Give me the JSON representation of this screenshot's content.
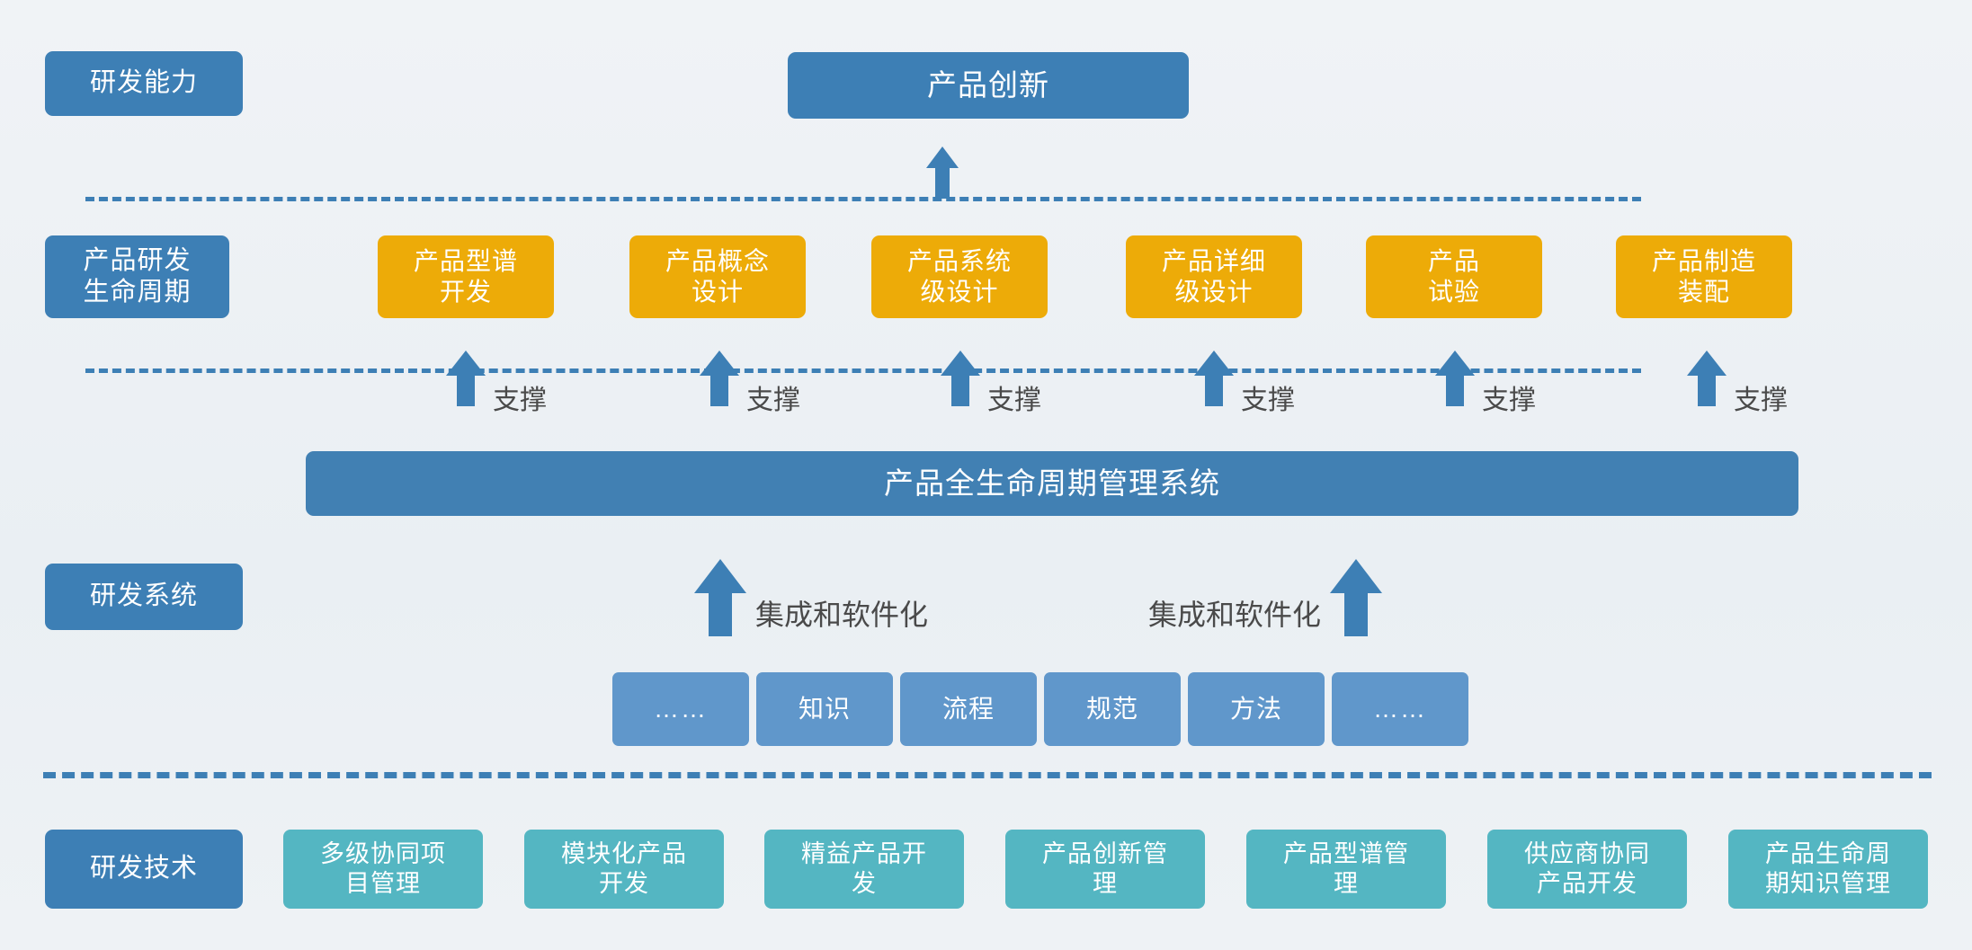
{
  "diagram": {
    "title_box": {
      "label": "产品创新"
    },
    "category_labels": [
      {
        "id": "rd-capability",
        "label": "研发能力"
      },
      {
        "id": "product-rd-lifecycle",
        "label": "产品研发\n生命周期"
      },
      {
        "id": "rd-system",
        "label": "研发系统"
      },
      {
        "id": "rd-technology",
        "label": "研发技术"
      }
    ],
    "lifecycle_stages": [
      {
        "label": "产品型谱\n开发"
      },
      {
        "label": "产品概念\n设计"
      },
      {
        "label": "产品系统\n级设计"
      },
      {
        "label": "产品详细\n级设计"
      },
      {
        "label": "产品\n试验"
      },
      {
        "label": "产品制造\n装配"
      }
    ],
    "support_arrow_label": "支撑",
    "support_arrow_labels": [
      "支撑",
      "支撑",
      "支撑",
      "支撑",
      "支撑",
      "支撑"
    ],
    "plm_bar": {
      "label": "产品全生命周期管理系统"
    },
    "integration_labels": [
      "集成和软件化",
      "集成和软件化"
    ],
    "asset_boxes": [
      {
        "label": "……"
      },
      {
        "label": "知识"
      },
      {
        "label": "流程"
      },
      {
        "label": "规范"
      },
      {
        "label": "方法"
      },
      {
        "label": "……"
      }
    ],
    "technology_boxes": [
      {
        "label": "多级协同项\n目管理"
      },
      {
        "label": "模块化产品\n开发"
      },
      {
        "label": "精益产品开\n发"
      },
      {
        "label": "产品创新管\n理"
      },
      {
        "label": "产品型谱管\n理"
      },
      {
        "label": "供应商协同\n产品开发"
      },
      {
        "label": "产品生命周\n期知识管理"
      }
    ],
    "colors": {
      "background": "#eef2f5",
      "primary_blue": "#3d7fb5",
      "stage_yellow": "#edab08",
      "asset_blue": "#6097cb",
      "technology_teal": "#54b6c2",
      "label_text": "#4a4a4a",
      "box_text": "#ffffff"
    }
  }
}
